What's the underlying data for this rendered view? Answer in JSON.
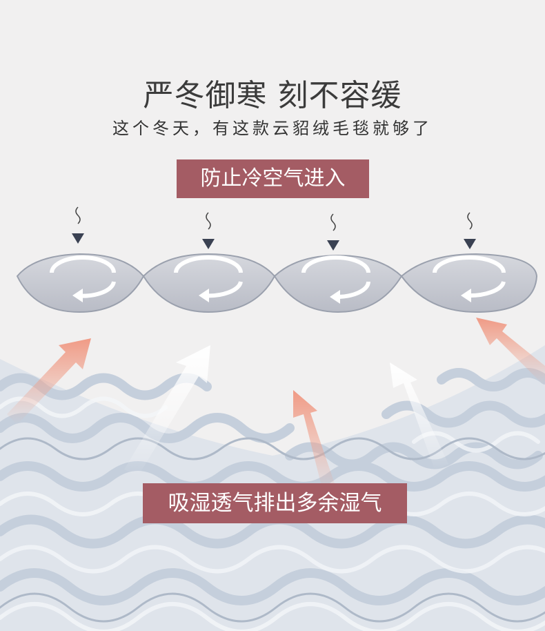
{
  "header": {
    "title": "严冬御寒 刻不容缓",
    "subtitle": "这个冬天，有这款云貂绒毛毯就够了"
  },
  "labels": {
    "top": "防止冷空气进入",
    "bottom": "吸湿透气排出多余湿气"
  },
  "colors": {
    "label_bg": "#a45c64",
    "background": "#f1f0f0",
    "fiber": "#c9d3df",
    "warm_arrow": "#f0a48e"
  }
}
